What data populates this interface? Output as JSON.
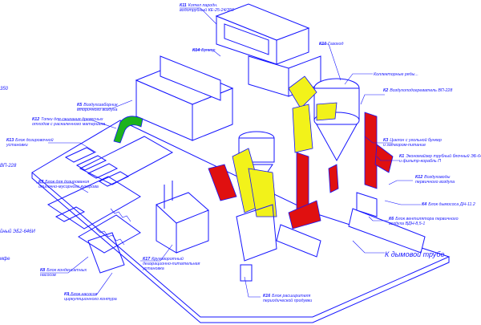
{
  "colors": {
    "line": "#1414ff",
    "duct_yellow": "#f2f21a",
    "duct_red": "#e01010",
    "duct_green": "#1db31d",
    "background": "#ffffff"
  },
  "labels": {
    "k11": {
      "code": "К11",
      "text": "Котел пародн.\nводотрубный КЕ-25-24/350"
    },
    "k14": {
      "code": "К14",
      "text": "Бункер"
    },
    "k10": {
      "code": "К10",
      "text": "Газоход"
    },
    "k9_top": {
      "code": "",
      "text": "Коллекторные ряды..."
    },
    "k2": {
      "code": "К2",
      "text": "Воздухоподогреватель ВП-228"
    },
    "k5": {
      "code": "К5",
      "text": "Воздухозаборник\nвторичного воздуха"
    },
    "k12": {
      "code": "К12",
      "text": "Топки для сжигания древесных\nотходов с раскаленного материала"
    },
    "k13": {
      "code": "К13",
      "text": "Блок дозировочной\nустановки"
    },
    "k7": {
      "code": "К7",
      "text": "Блок для дозирования\nопилочно-мусорного кучерова"
    },
    "k8": {
      "code": "К8",
      "text": "Блок конденсатных\nнасосов"
    },
    "k9": {
      "code": "К9",
      "text": "Блок насосов\nциркуляционного контура"
    },
    "k17": {
      "code": "К17",
      "text": "Круговоротный\nдеаэрационно-питательная\nустановка"
    },
    "k16": {
      "code": "К16",
      "text": "Блок расширителя\nпериодической продувки"
    },
    "k3": {
      "code": "К3",
      "text": "Циклон с угольной бункер\nи затвором-питание"
    },
    "k1": {
      "code": "К1",
      "text": "Экономайзер трубный блочный ЭБ-646\nи фильтр-корабль П"
    },
    "k12b": {
      "code": "К12",
      "text": "Воздуховоды\nпервичного воздуха"
    },
    "k4": {
      "code": "К4",
      "text": "Блок дымососа ДН-11.2"
    },
    "k6": {
      "code": "К6",
      "text": "Блок вентилятора первичного\nвоздуха ВДН-8,5-1"
    },
    "chimney": {
      "code": "",
      "text": "К дымовой трубе"
    },
    "left_350": {
      "code": "",
      "text": "350"
    },
    "left_vp228": {
      "code": "",
      "text": "ВП-228"
    },
    "left_econ": {
      "code": "",
      "text": "йный ЭБ2-646И"
    },
    "left_mfe": {
      "code": "",
      "text": "мфе"
    }
  }
}
